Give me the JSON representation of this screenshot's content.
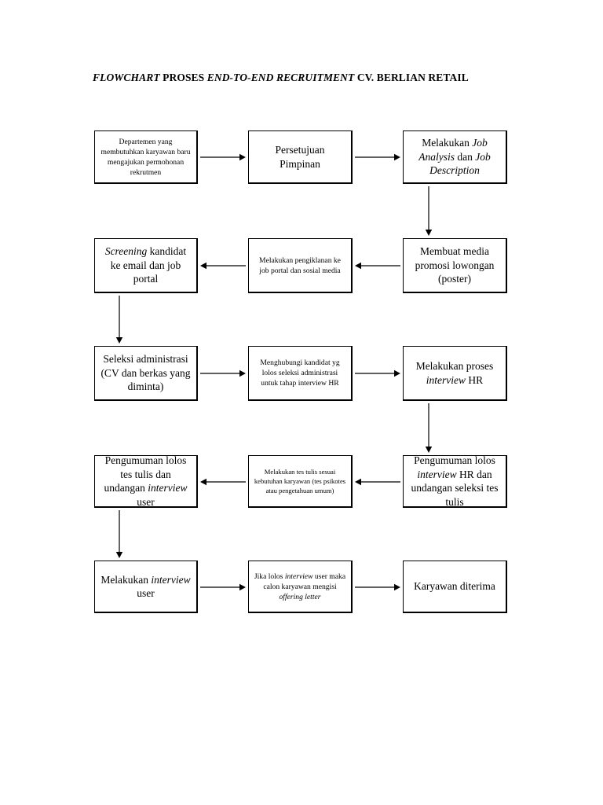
{
  "document": {
    "title_parts": [
      {
        "text": "FLOWCHART",
        "italic": true
      },
      {
        "text": " PROSES ",
        "italic": false
      },
      {
        "text": "END-TO-END RECRUITMENT",
        "italic": true
      },
      {
        "text": " CV. BERLIAN RETAIL",
        "italic": false
      }
    ],
    "title_plain": "FLOWCHART PROSES END-TO-END RECRUITMENT CV. BERLIAN RETAIL"
  },
  "colors": {
    "background": "#ffffff",
    "box_border": "#000000",
    "box_fill": "#ffffff",
    "text": "#000000",
    "arrow": "#000000"
  },
  "chart_data": {
    "type": "flowchart",
    "title": "FLOWCHART PROSES END-TO-END RECRUITMENT CV. BERLIAN RETAIL",
    "layout": "serpentine-3-column-5-row",
    "node_count": 15,
    "edge_count": 14
  },
  "nodes": [
    {
      "id": "n1",
      "row": 1,
      "col": 1,
      "size": "sm",
      "text_plain": "Departemen yang membutuhkan karyawan baru mengajukan permohonan rekrutmen",
      "parts": [
        {
          "text": "Departemen yang membutuhkan karyawan baru mengajukan permohonan rekrutmen",
          "italic": false
        }
      ]
    },
    {
      "id": "n2",
      "row": 1,
      "col": 2,
      "size": "lg",
      "text_plain": "Persetujuan Pimpinan",
      "parts": [
        {
          "text": "Persetujuan Pimpinan",
          "italic": false
        }
      ]
    },
    {
      "id": "n3",
      "row": 1,
      "col": 3,
      "size": "lg",
      "text_plain": "Melakukan Job Analysis dan Job Description",
      "parts": [
        {
          "text": "Melakukan ",
          "italic": false
        },
        {
          "text": "Job Analysis",
          "italic": true
        },
        {
          "text": " dan ",
          "italic": false
        },
        {
          "text": "Job Description",
          "italic": true
        }
      ]
    },
    {
      "id": "n4",
      "row": 2,
      "col": 3,
      "size": "lg",
      "text_plain": "Membuat media promosi lowongan (poster)",
      "parts": [
        {
          "text": "Membuat media promosi lowongan (poster)",
          "italic": false
        }
      ]
    },
    {
      "id": "n5",
      "row": 2,
      "col": 2,
      "size": "sm",
      "text_plain": "Melakukan pengiklanan ke job portal dan sosial media",
      "parts": [
        {
          "text": "Melakukan pengiklanan ke job portal dan sosial media",
          "italic": false
        }
      ]
    },
    {
      "id": "n6",
      "row": 2,
      "col": 1,
      "size": "lg",
      "text_plain": "Screening kandidat ke email dan job portal",
      "parts": [
        {
          "text": "Screening",
          "italic": true
        },
        {
          "text": " kandidat ke email dan job portal",
          "italic": false
        }
      ]
    },
    {
      "id": "n7",
      "row": 3,
      "col": 1,
      "size": "lg",
      "text_plain": "Seleksi administrasi (CV dan berkas yang diminta)",
      "parts": [
        {
          "text": "Seleksi administrasi (CV dan berkas yang diminta)",
          "italic": false
        }
      ]
    },
    {
      "id": "n8",
      "row": 3,
      "col": 2,
      "size": "sm",
      "text_plain": "Menghubungi kandidat yg lolos seleksi administrasi untuk tahap interview HR",
      "parts": [
        {
          "text": "Menghubungi kandidat yg lolos seleksi administrasi untuk tahap interview HR",
          "italic": false
        }
      ]
    },
    {
      "id": "n9",
      "row": 3,
      "col": 3,
      "size": "lg",
      "text_plain": "Melakukan proses interview HR",
      "parts": [
        {
          "text": "Melakukan proses ",
          "italic": false
        },
        {
          "text": "interview",
          "italic": true
        },
        {
          "text": " HR",
          "italic": false
        }
      ]
    },
    {
      "id": "n10",
      "row": 4,
      "col": 3,
      "size": "lg",
      "text_plain": "Pengumuman lolos interview HR dan undangan seleksi tes tulis",
      "parts": [
        {
          "text": "Pengumuman lolos ",
          "italic": false
        },
        {
          "text": "interview",
          "italic": true
        },
        {
          "text": " HR dan undangan seleksi tes tulis",
          "italic": false
        }
      ]
    },
    {
      "id": "n11",
      "row": 4,
      "col": 2,
      "size": "xs",
      "text_plain": "Melakukan tes tulis sesuai kebutuhan karyawan (tes psikotes atau pengetahuan umum)",
      "parts": [
        {
          "text": "Melakukan tes tulis sesuai kebutuhan karyawan (tes psikotes atau pengetahuan umum)",
          "italic": false
        }
      ]
    },
    {
      "id": "n12",
      "row": 4,
      "col": 1,
      "size": "lg",
      "text_plain": "Pengumuman lolos tes tulis dan undangan interview user",
      "parts": [
        {
          "text": "Pengumuman lolos tes tulis dan undangan ",
          "italic": false
        },
        {
          "text": "interview",
          "italic": true
        },
        {
          "text": " user",
          "italic": false
        }
      ]
    },
    {
      "id": "n13",
      "row": 5,
      "col": 1,
      "size": "lg",
      "text_plain": "Melakukan interview user",
      "parts": [
        {
          "text": "Melakukan ",
          "italic": false
        },
        {
          "text": "interview",
          "italic": true
        },
        {
          "text": " user",
          "italic": false
        }
      ]
    },
    {
      "id": "n14",
      "row": 5,
      "col": 2,
      "size": "sm",
      "text_plain": "Jika lolos interview user maka calon karyawan mengisi offering letter",
      "parts": [
        {
          "text": "Jika lolos ",
          "italic": false
        },
        {
          "text": "interview",
          "italic": true
        },
        {
          "text": " user maka calon karyawan mengisi ",
          "italic": false
        },
        {
          "text": "offering letter",
          "italic": true
        }
      ]
    },
    {
      "id": "n15",
      "row": 5,
      "col": 3,
      "size": "lg",
      "text_plain": "Karyawan diterima",
      "parts": [
        {
          "text": "Karyawan diterima",
          "italic": false
        }
      ]
    }
  ],
  "edges": [
    {
      "id": "e1",
      "from": "n1",
      "to": "n2",
      "direction": "right"
    },
    {
      "id": "e2",
      "from": "n2",
      "to": "n3",
      "direction": "right"
    },
    {
      "id": "e3",
      "from": "n3",
      "to": "n4",
      "direction": "down"
    },
    {
      "id": "e4",
      "from": "n4",
      "to": "n5",
      "direction": "left"
    },
    {
      "id": "e5",
      "from": "n5",
      "to": "n6",
      "direction": "left"
    },
    {
      "id": "e6",
      "from": "n6",
      "to": "n7",
      "direction": "down"
    },
    {
      "id": "e7",
      "from": "n7",
      "to": "n8",
      "direction": "right"
    },
    {
      "id": "e8",
      "from": "n8",
      "to": "n9",
      "direction": "right"
    },
    {
      "id": "e9",
      "from": "n9",
      "to": "n10",
      "direction": "down"
    },
    {
      "id": "e10",
      "from": "n10",
      "to": "n11",
      "direction": "left"
    },
    {
      "id": "e11",
      "from": "n11",
      "to": "n12",
      "direction": "left"
    },
    {
      "id": "e12",
      "from": "n12",
      "to": "n13",
      "direction": "down"
    },
    {
      "id": "e13",
      "from": "n13",
      "to": "n14",
      "direction": "right"
    },
    {
      "id": "e14",
      "from": "n14",
      "to": "n15",
      "direction": "right"
    }
  ]
}
